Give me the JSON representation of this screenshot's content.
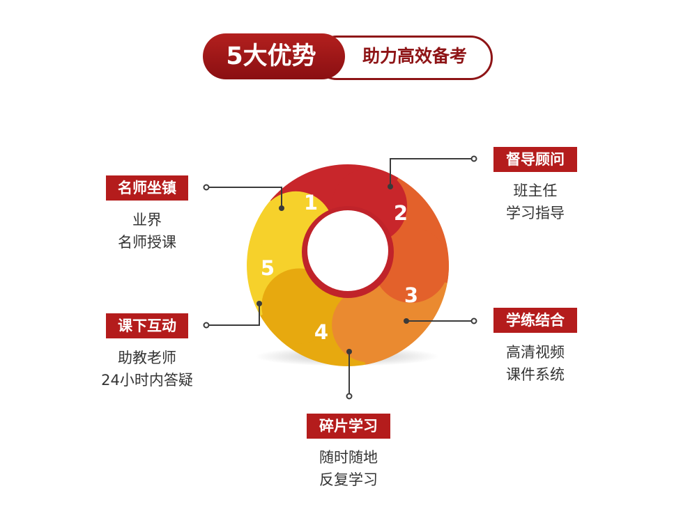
{
  "header": {
    "left_text": "5大优势",
    "right_text": "助力高效备考"
  },
  "colors": {
    "header_red": "#8e1416",
    "tag_red": "#b41c1c",
    "seg1": "#c8262b",
    "seg2": "#e3612b",
    "seg3": "#ea8a30",
    "seg4": "#e7a90f",
    "seg5": "#f6d12b"
  },
  "segments": [
    {
      "number": "1",
      "tag": "名师坐镇",
      "line1": "业界",
      "line2": "名师授课"
    },
    {
      "number": "2",
      "tag": "督导顾问",
      "line1": "班主任",
      "line2": "学习指导"
    },
    {
      "number": "3",
      "tag": "学练结合",
      "line1": "高清视频",
      "line2": "课件系统"
    },
    {
      "number": "4",
      "tag": "碎片学习",
      "line1": "随时随地",
      "line2": "反复学习"
    },
    {
      "number": "5",
      "tag": "课下互动",
      "line1": "助教老师",
      "line2": "24小时内答疑"
    }
  ]
}
